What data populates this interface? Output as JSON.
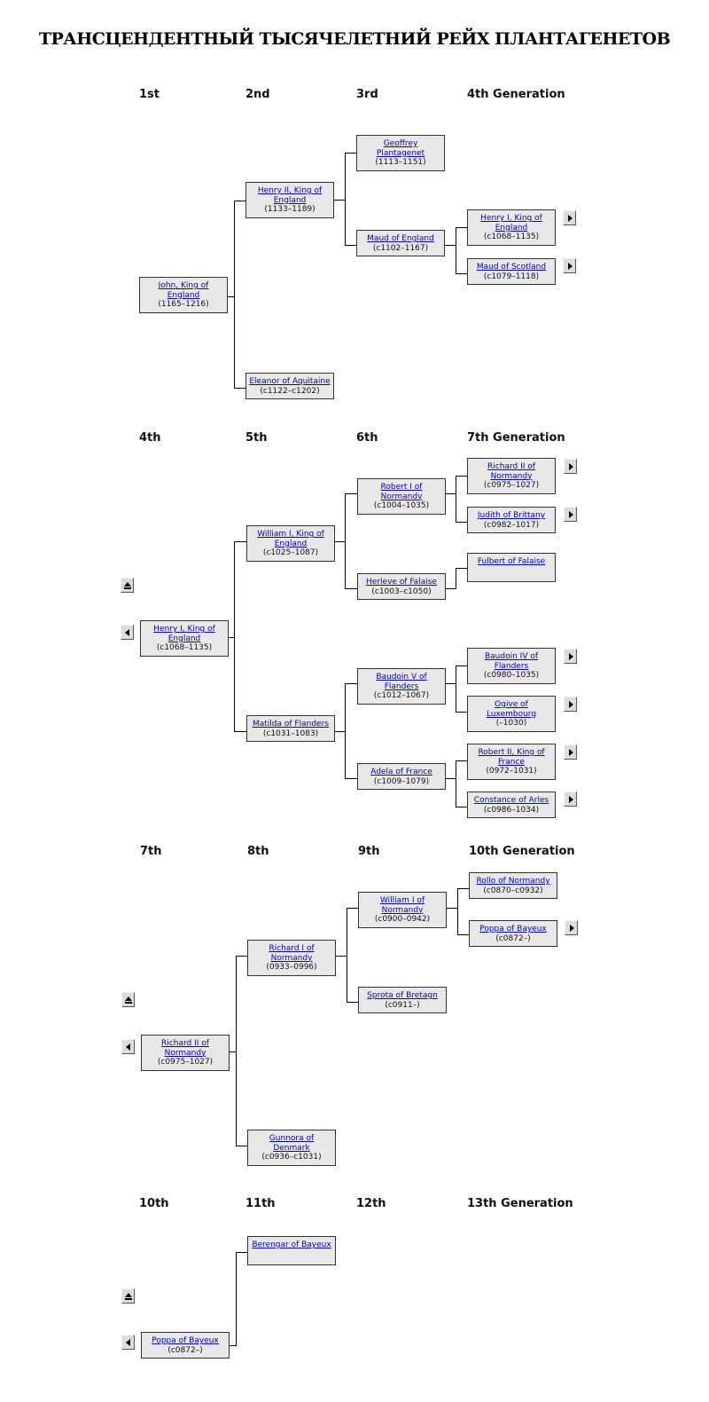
{
  "title": "ТРАНСЦЕНДЕНТНЫЙ ТЫСЯЧЕЛЕТНИЙ РЕЙХ ПЛАНТАГЕНЕТОВ",
  "sections": [
    {
      "generation_labels": [
        "1st",
        "2nd",
        "3rd",
        "4th Generation"
      ],
      "people": [
        {
          "name": "John, King of England",
          "dates": "(1165–1216)"
        },
        {
          "name": "Henry II, King of England",
          "dates": "(1133–1189)"
        },
        {
          "name": "Eleanor of Aquitaine",
          "dates": "(c1122–c1202)"
        },
        {
          "name": "Geoffrey Plantagenet",
          "dates": "(1113–1151)"
        },
        {
          "name": "Maud of England",
          "dates": "(c1102–1167)"
        },
        {
          "name": "Henry I, King of England",
          "dates": "(c1068–1135)"
        },
        {
          "name": "Maud of Scotland",
          "dates": "(c1079–1118)"
        }
      ]
    },
    {
      "generation_labels": [
        "4th",
        "5th",
        "6th",
        "7th Generation"
      ],
      "people": [
        {
          "name": "Henry I, King of England",
          "dates": "(c1068–1135)"
        },
        {
          "name": "William I, King of England",
          "dates": "(c1025–1087)"
        },
        {
          "name": "Matilda of Flanders",
          "dates": "(c1031–1083)"
        },
        {
          "name": "Robert I of Normandy",
          "dates": "(c1004–1035)"
        },
        {
          "name": "Herleve of Falaise",
          "dates": "(c1003–c1050)"
        },
        {
          "name": "Baudoin V of Flanders",
          "dates": "(c1012–1067)"
        },
        {
          "name": "Adela of France",
          "dates": "(c1009–1079)"
        },
        {
          "name": "Richard II of Normandy",
          "dates": "(c0975–1027)"
        },
        {
          "name": "Judith of Brittany",
          "dates": "(c0982–1017)"
        },
        {
          "name": "Fulbert of Falaise",
          "dates": ""
        },
        {
          "name": "Baudoin IV of Flanders",
          "dates": "(c0980–1035)"
        },
        {
          "name": "Ogive of Luxembourg",
          "dates": "(–1030)"
        },
        {
          "name": "Robert II, King of France",
          "dates": "(0972–1031)"
        },
        {
          "name": "Constance of Arles",
          "dates": "(c0986–1034)"
        }
      ]
    },
    {
      "generation_labels": [
        "7th",
        "8th",
        "9th",
        "10th Generation"
      ],
      "people": [
        {
          "name": "Richard II of Normandy",
          "dates": "(c0975–1027)"
        },
        {
          "name": "Richard I of Normandy",
          "dates": "(0933–0996)"
        },
        {
          "name": "Gunnora of Denmark",
          "dates": "(c0936–c1031)"
        },
        {
          "name": "William I of Normandy",
          "dates": "(c0900–0942)"
        },
        {
          "name": "Sprota of Bretagn",
          "dates": "(c0911–)"
        },
        {
          "name": "Rollo of Normandy",
          "dates": "(c0870–c0932)"
        },
        {
          "name": "Poppa of Bayeux",
          "dates": "(c0872–)"
        }
      ]
    },
    {
      "generation_labels": [
        "10th",
        "11th",
        "12th",
        "13th Generation"
      ],
      "people": [
        {
          "name": "Poppa of Bayeux",
          "dates": "(c0872–)"
        },
        {
          "name": "Berengar of Bayeux",
          "dates": ""
        }
      ]
    }
  ],
  "icons": {
    "nav_next": "triangle-right-icon",
    "nav_back": "triangle-left-icon",
    "nav_up": "eject-icon"
  }
}
